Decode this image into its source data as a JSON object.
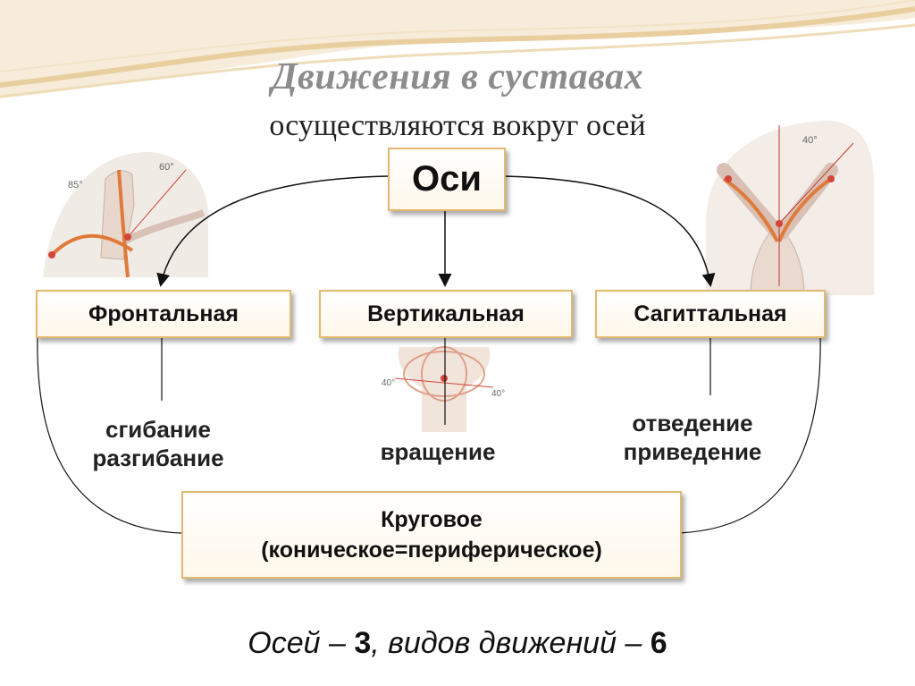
{
  "title": "Движения в суставах",
  "subtitle": "осуществляются вокруг осей",
  "root": {
    "label": "Оси"
  },
  "axes": [
    {
      "label": "Фронтальная",
      "movements": [
        "сгибание",
        "разгибание"
      ]
    },
    {
      "label": "Вертикальная",
      "movements": [
        "вращение"
      ]
    },
    {
      "label": "Сагиттальная",
      "movements": [
        "отведение",
        "приведение"
      ]
    }
  ],
  "circular": {
    "line1": "Круговое",
    "line2": "(коническое=периферическое)"
  },
  "summary": {
    "part1": "Осей – ",
    "axes_count": "3",
    "part2": ", видов движений – ",
    "movements_count": "6"
  },
  "illustrations": {
    "left": {
      "angles": [
        "85°",
        "60°"
      ]
    },
    "center": {
      "angles": [
        "40°",
        "40°"
      ]
    },
    "right": {
      "angles": [
        "40°"
      ]
    }
  },
  "colors": {
    "box_border": "#e2b96f",
    "wave": "#e9cfa0",
    "title": "#8c8c8c",
    "anatomy_line": "#e07a3a"
  }
}
